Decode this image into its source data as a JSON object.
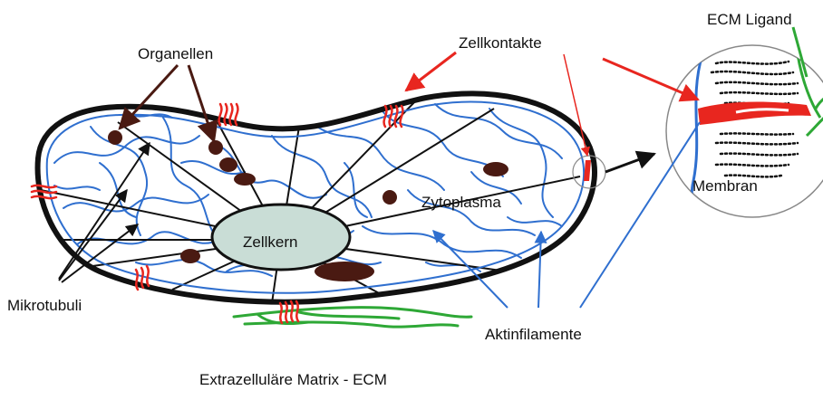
{
  "labels": {
    "organelles": "Organellen",
    "cell_contacts": "Zellkontakte",
    "ecm_ligand": "ECM Ligand",
    "membrane": "Membran",
    "cytoplasm": "Zytoplasma",
    "nucleus": "Zellkern",
    "microtubules": "Mikrotubuli",
    "actin_filaments": "Aktinfilamente",
    "extracellular_matrix": "Extrazelluläre Matrix - ECM"
  },
  "colors": {
    "membrane": "#111111",
    "actin": "#2f6fcf",
    "microtubule": "#111111",
    "contact": "#e8261f",
    "ecm": "#2ea836",
    "nucleus_fill": "#c9ddd6",
    "organelle": "#4a1a12"
  }
}
